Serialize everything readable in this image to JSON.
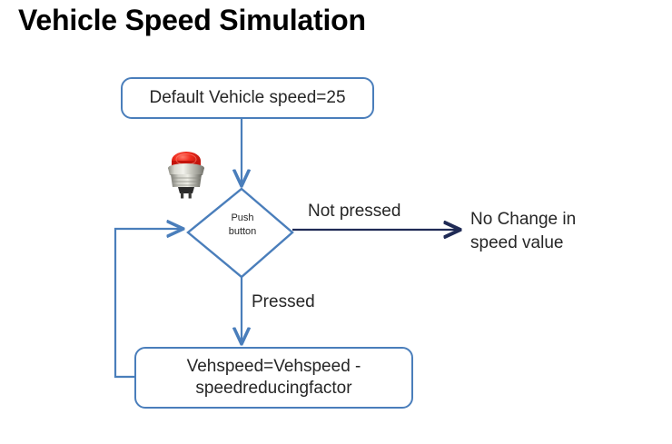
{
  "diagram": {
    "title": "Vehicle Speed Simulation",
    "type": "flowchart",
    "nodes": {
      "start_box": {
        "label": "Default Vehicle speed=25"
      },
      "decision": {
        "label_line1": "Push",
        "label_line2": "button"
      },
      "action_box": {
        "label_line1": "Vehspeed=Vehspeed -",
        "label_line2": "speedreducingfactor"
      },
      "terminal_text": {
        "label_line1": "No Change in",
        "label_line2": "speed value"
      }
    },
    "edges": {
      "not_pressed": "Not pressed",
      "pressed": "Pressed"
    },
    "images": {
      "push_button": "push-button-photo"
    },
    "colors": {
      "box_border": "#4a7ebb",
      "diamond_border": "#4a7ebb",
      "arrow_blue": "#4a7ebb",
      "arrow_navy": "#1f2a55",
      "title_text": "#000000",
      "body_text": "#262626",
      "button_red": "#e02020",
      "button_metal": "#b8b8b0",
      "background": "#ffffff"
    }
  }
}
